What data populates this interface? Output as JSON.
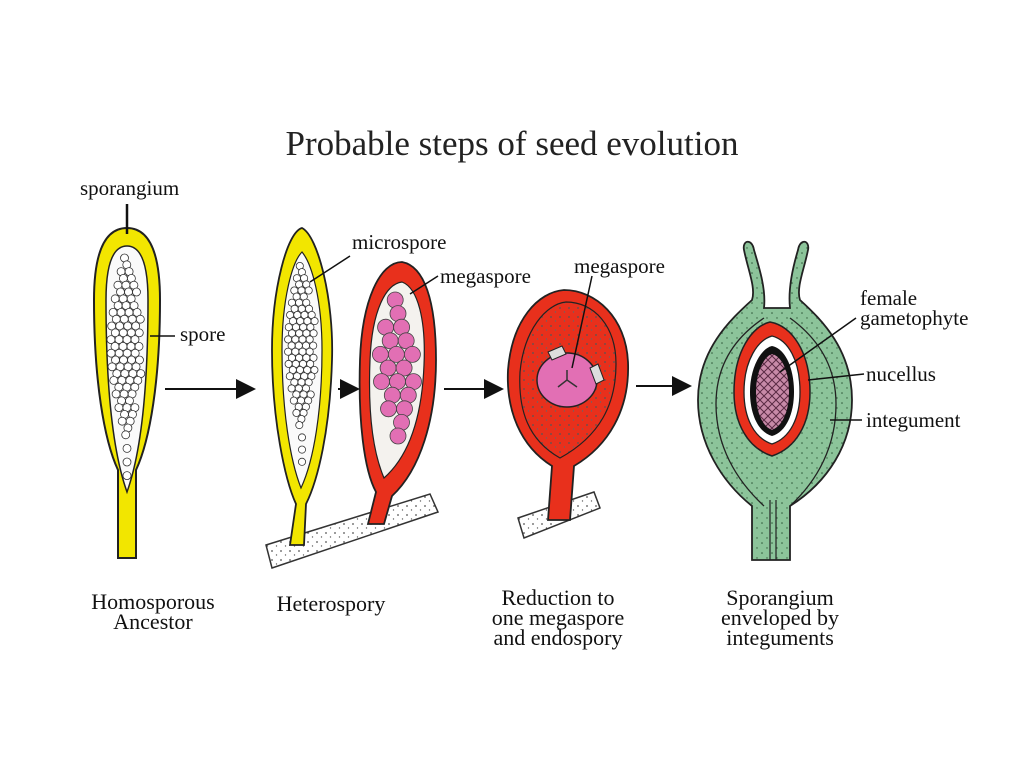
{
  "title": "Probable steps of seed evolution",
  "colors": {
    "yellow": "#f2e600",
    "yellow_dark": "#c8b600",
    "red": "#e8301c",
    "pink": "#e26fb4",
    "green": "#8cc49a",
    "stalk": "#f2f0ec"
  },
  "labels": {
    "sporangium": "sporangium",
    "spore": "spore",
    "microspore": "microspore",
    "megaspore_1": "megaspore",
    "megaspore_2": "megaspore",
    "female": "female",
    "gametophyte": "gametophyte",
    "nucellus": "nucellus",
    "integument": "integument"
  },
  "captions": {
    "stage1": [
      "Homosporous",
      "Ancestor"
    ],
    "stage2": [
      "Heterospory"
    ],
    "stage3": [
      "Reduction to",
      "one megaspore",
      "and endospory"
    ],
    "stage4": [
      "Sporangium",
      "enveloped by",
      "integuments"
    ]
  }
}
